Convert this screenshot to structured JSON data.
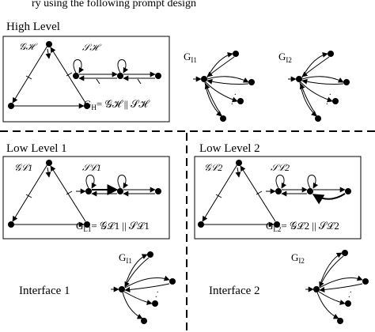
{
  "top_cut_text": "ry using the following prompt design",
  "sections": {
    "high": {
      "title": "High Level",
      "g_sym": "𝒢ℋ",
      "s_sym": "𝒮ℋ",
      "eq_lhs": "G",
      "eq_sub": "H",
      "eq_rhs": "= 𝒢ℋ || 𝒮ℋ",
      "gi1_main": "G",
      "gi1_sub": "I1",
      "gi2_main": "G",
      "gi2_sub": "I2"
    },
    "low1": {
      "title": "Low Level 1",
      "g_sym": "𝒢ℒ1",
      "s_sym": "𝒮ℒ1",
      "eq_lhs": "G",
      "eq_sub": "L1",
      "eq_rhs": "= 𝒢ℒ1 || 𝒮ℒ1"
    },
    "low2": {
      "title": "Low Level 2",
      "g_sym": "𝒢ℒ2",
      "s_sym": "𝒮ℒ2",
      "eq_lhs": "G",
      "eq_sub": "L2",
      "eq_rhs": "= 𝒢ℒ2 || 𝒮ℒ2"
    },
    "iface1": {
      "title": "Interface 1",
      "g_main": "G",
      "g_sub": "I1"
    },
    "iface2": {
      "title": "Interface 2",
      "g_main": "G",
      "g_sub": "I2"
    }
  }
}
